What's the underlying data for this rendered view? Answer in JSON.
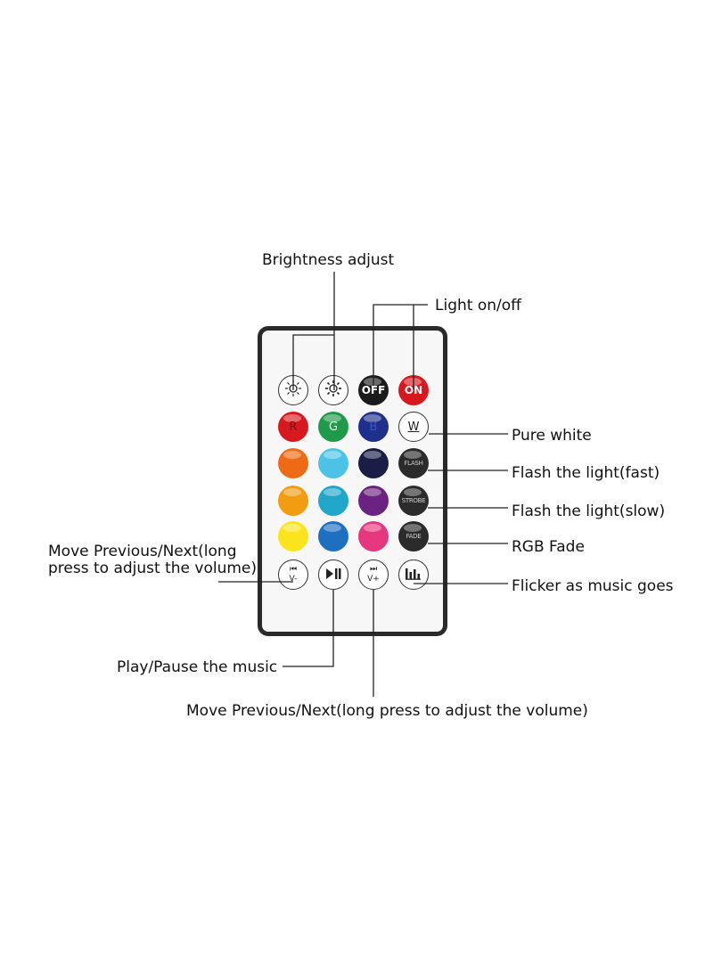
{
  "labels": {
    "brightness": "Brightness adjust",
    "light_onoff": "Light on/off",
    "pure_white": "Pure white",
    "flash_fast": "Flash the light(fast)",
    "flash_slow": "Flash the light(slow)",
    "rgb_fade": "RGB Fade",
    "flicker_music": "Flicker as music goes",
    "move_prev_next_left_1": "Move Previous/Next(long",
    "move_prev_next_left_2": "press to adjust the volume)",
    "play_pause": "Play/Pause the music",
    "move_prev_next_bottom": "Move Previous/Next(long press to adjust the volume)"
  },
  "buttons": {
    "off": "OFF",
    "on": "ON",
    "r": "R",
    "g": "G",
    "b": "B",
    "w": "W",
    "flash": "FLASH",
    "strobe": "STROBE",
    "fade": "FADE",
    "v_minus": "V-",
    "v_plus": "V+"
  },
  "colors": {
    "red": "#d7191f",
    "green": "#1f9a4a",
    "blue": "#1e2f8c",
    "orange": "#ef6a14",
    "cyan": "#4cc3e6",
    "navy": "#1b1e44",
    "amber": "#f29c12",
    "teal": "#1fa6c9",
    "purple": "#6a2380",
    "yellow": "#fbe41c",
    "sky": "#1d6fc0",
    "pink": "#e6367e",
    "dark": "#2b2b2b"
  }
}
